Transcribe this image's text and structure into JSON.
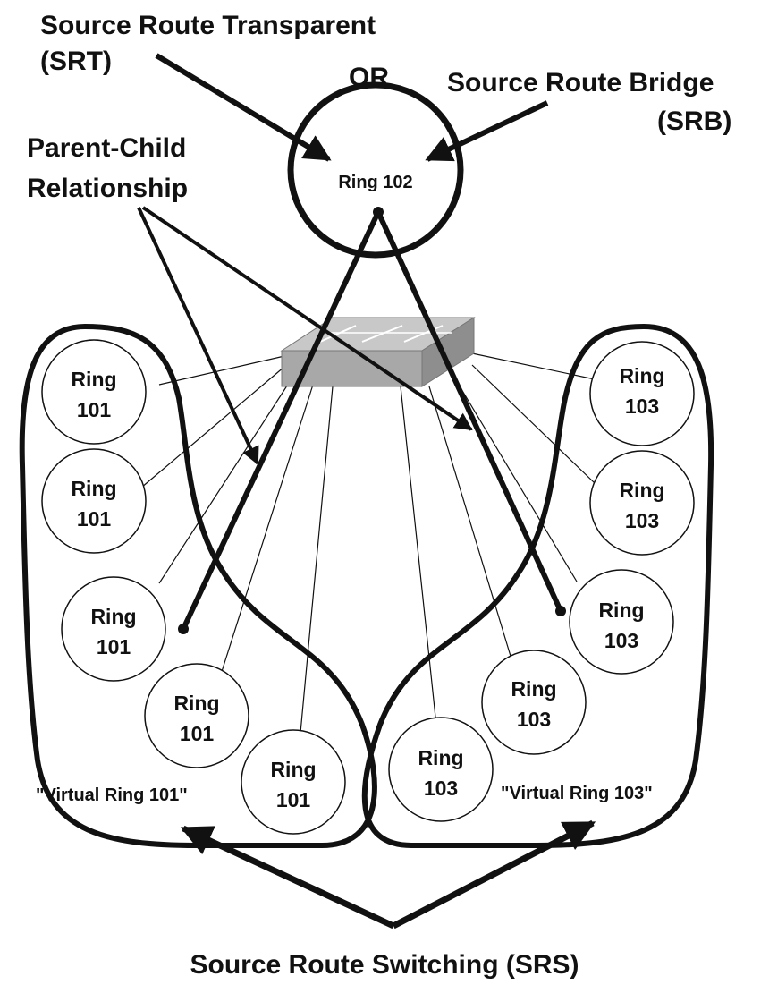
{
  "labels": {
    "srt_line1": "Source Route Transparent",
    "srt_line2": "(SRT)",
    "or": "OR",
    "srb_line1": "Source Route Bridge",
    "srb_line2": "(SRB)",
    "parent_child_line1": "Parent-Child",
    "parent_child_line2": "Relationship",
    "center_ring": "Ring 102",
    "virtual_left": "\"Virtual Ring 101\"",
    "virtual_right": "\"Virtual Ring 103\"",
    "srs": "Source Route Switching (SRS)"
  },
  "left_rings": [
    {
      "line1": "Ring",
      "line2": "101"
    },
    {
      "line1": "Ring",
      "line2": "101"
    },
    {
      "line1": "Ring",
      "line2": "101"
    },
    {
      "line1": "Ring",
      "line2": "101"
    },
    {
      "line1": "Ring",
      "line2": "101"
    }
  ],
  "right_rings": [
    {
      "line1": "Ring",
      "line2": "103"
    },
    {
      "line1": "Ring",
      "line2": "103"
    },
    {
      "line1": "Ring",
      "line2": "103"
    },
    {
      "line1": "Ring",
      "line2": "103"
    },
    {
      "line1": "Ring",
      "line2": "103"
    }
  ],
  "colors": {
    "stroke": "#111111",
    "switch_top": "#c8c8c8",
    "switch_side": "#9a9a9a",
    "background": "#ffffff"
  }
}
